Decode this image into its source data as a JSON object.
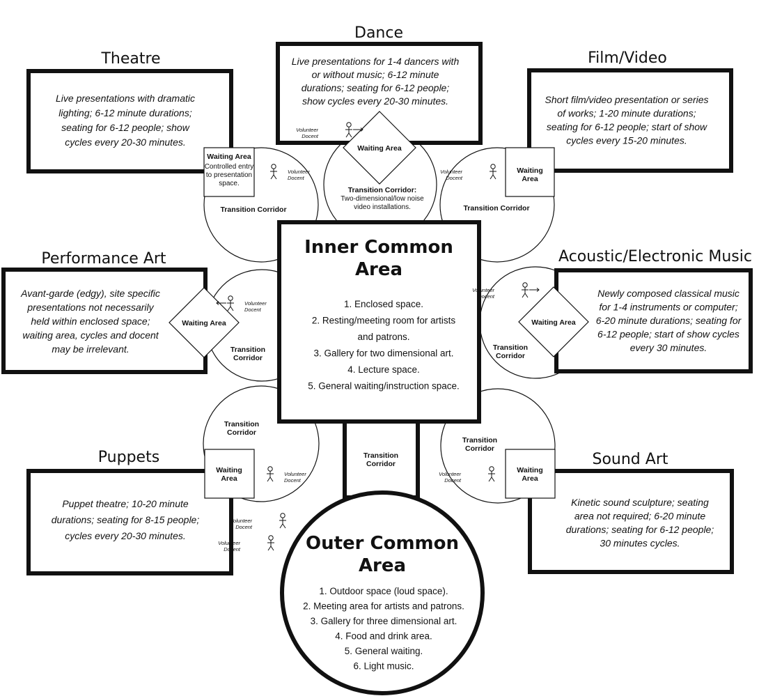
{
  "venues": {
    "theatre": {
      "title": "Theatre",
      "lines": [
        "Live presentations with dramatic",
        "lighting; 6-12 minute durations;",
        "seating for 6-12 people; show",
        "cycles every 20-30 minutes."
      ],
      "waiting": [
        "Waiting Area"
      ],
      "waiting_note": [
        "Controlled entry",
        "to presentation",
        "space."
      ],
      "corridor": [
        "Transition Corridor"
      ]
    },
    "dance": {
      "title": "Dance",
      "lines": [
        "Live presentations for 1-4 dancers with",
        "or without music; 6-12 minute",
        "durations; seating for 6-12 people;",
        "show cycles every 20-30 minutes."
      ],
      "waiting": [
        "Waiting Area"
      ],
      "corridor": [
        "Transition Corridor:"
      ],
      "corridor_note": [
        "Two-dimensional/low noise",
        "video installations."
      ]
    },
    "film": {
      "title": "Film/Video",
      "lines": [
        "Short film/video presentation or series",
        "of works; 1-20 minute durations;",
        "seating for 6-12 people; start of show",
        "cycles every 15-20 minutes."
      ],
      "waiting": [
        "Waiting",
        "Area"
      ],
      "corridor": [
        "Transition Corridor"
      ]
    },
    "performance": {
      "title": "Performance Art",
      "lines": [
        "Avant-garde (edgy), site specific",
        "presentations not necessarily",
        "held within enclosed space;",
        "waiting area, cycles and docent",
        "may be irrelevant."
      ],
      "waiting": [
        "Waiting Area"
      ],
      "corridor": [
        "Transition",
        "Corridor"
      ]
    },
    "acoustic": {
      "title": "Acoustic/Electronic Music",
      "lines": [
        "Newly composed classical music",
        "for 1-4 instruments or computer;",
        "6-20 minute durations; seating for",
        "6-12 people; start of show  cycles",
        "every 30 minutes."
      ],
      "waiting": [
        "Waiting Area"
      ],
      "corridor": [
        "Transition",
        "Corridor"
      ]
    },
    "puppets": {
      "title": "Puppets",
      "lines": [
        "Puppet theatre; 10-20 minute",
        "durations; seating for 8-15 people;",
        "cycles every 20-30 minutes."
      ],
      "waiting": [
        "Waiting",
        "Area"
      ],
      "corridor": [
        "Transition",
        "Corridor"
      ]
    },
    "sound": {
      "title": "Sound Art",
      "lines": [
        "Kinetic sound sculpture; seating",
        "area not required; 6-20 minute",
        "durations; seating for 6-12 people;",
        "30 minutes cycles."
      ],
      "waiting": [
        "Waiting",
        "Area"
      ],
      "corridor": [
        "Transition",
        "Corridor"
      ]
    }
  },
  "docent": [
    "Volunteer",
    "Docent"
  ],
  "inner": {
    "title": [
      "Inner Common",
      "Area"
    ],
    "items": [
      "1. Enclosed space.",
      "2. Resting/meeting room for artists",
      "and patrons.",
      "3. Gallery for two dimensional art.",
      "4. Lecture space.",
      "5. General waiting/instruction space."
    ]
  },
  "center_corridor": [
    "Transition",
    "Corridor"
  ],
  "outer": {
    "title": [
      "Outer Common",
      "Area"
    ],
    "items": [
      "1. Outdoor space (loud space).",
      "2. Meeting area for artists and patrons.",
      "3. Gallery for three dimensional art.",
      "4. Food and drink area.",
      "5. General waiting.",
      "6. Light music."
    ]
  }
}
